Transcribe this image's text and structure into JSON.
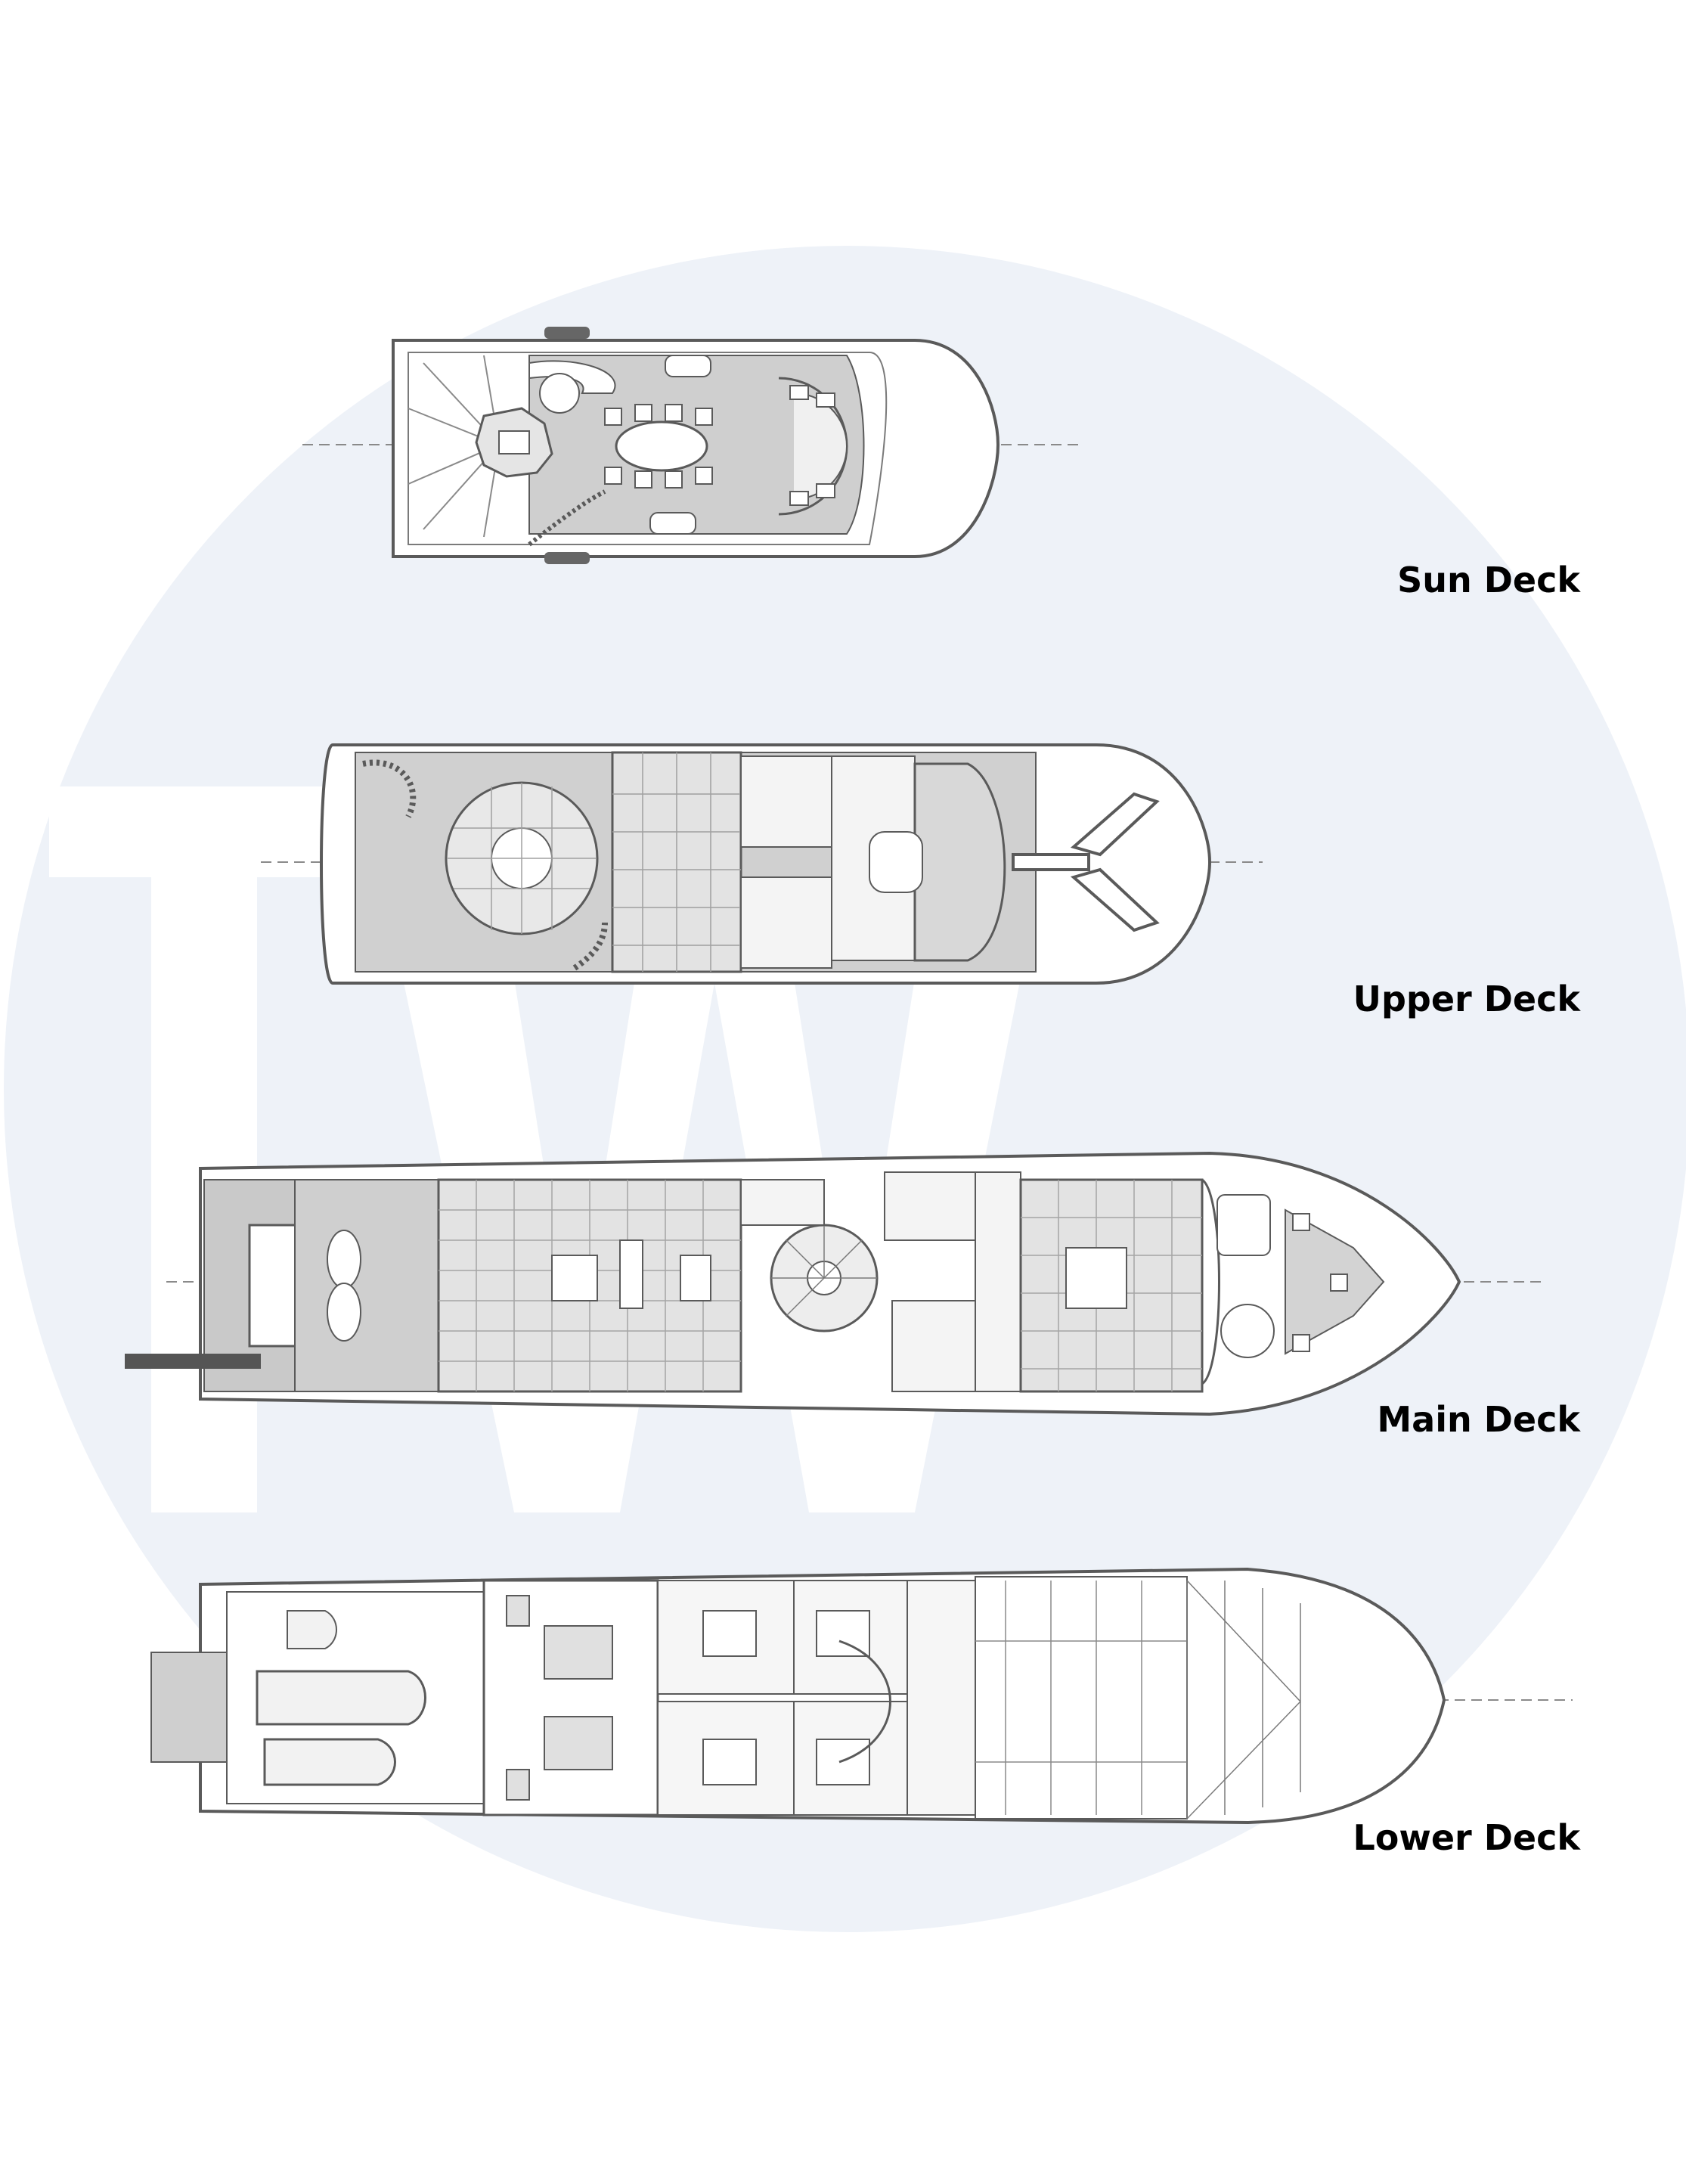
{
  "decks": {
    "sun": {
      "label": "Sun Deck"
    },
    "upper": {
      "label": "Upper Deck"
    },
    "main": {
      "label": "Main Deck"
    },
    "lower": {
      "label": "Lower Deck"
    }
  },
  "watermark": {
    "text": "TW"
  },
  "colors": {
    "background": "#ffffff",
    "watermark_circle": "#eef2f8",
    "watermark_letters": "#ffffff",
    "line": "#5a5a5a",
    "deck_fill": "#c9c9c9",
    "grid_fill": "#d8d8d8",
    "label": "#000000"
  }
}
